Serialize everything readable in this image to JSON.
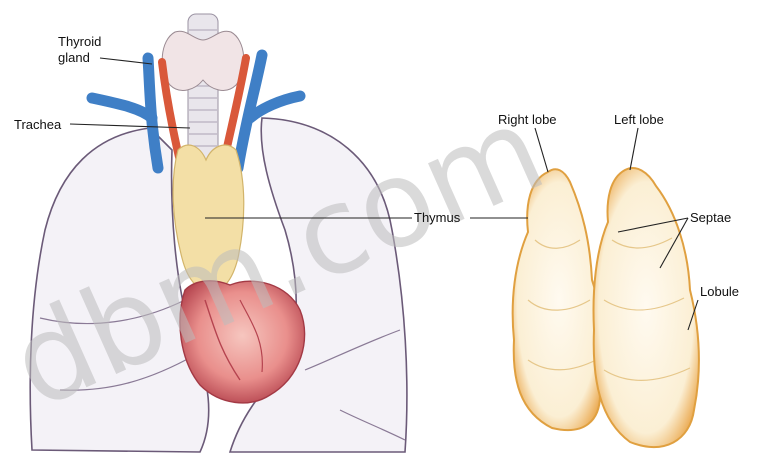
{
  "labels": {
    "thyroid_line1": "Thyroid",
    "thyroid_line2": "gland",
    "trachea": "Trachea",
    "thymus": "Thymus",
    "right_lobe": "Right lobe",
    "left_lobe": "Left lobe",
    "septae": "Septae",
    "lobule": "Lobule"
  },
  "watermark": "dbm.com",
  "colors": {
    "vein": "#3f7fc6",
    "artery": "#d9583a",
    "thymus": "#f3dfa6",
    "lung_fill": "#f4f2f7",
    "lung_outline": "#6b5a78",
    "heart": "#c8505a",
    "lobe_rim": "#e0a040",
    "lobe_fill": "#fbf3df"
  }
}
